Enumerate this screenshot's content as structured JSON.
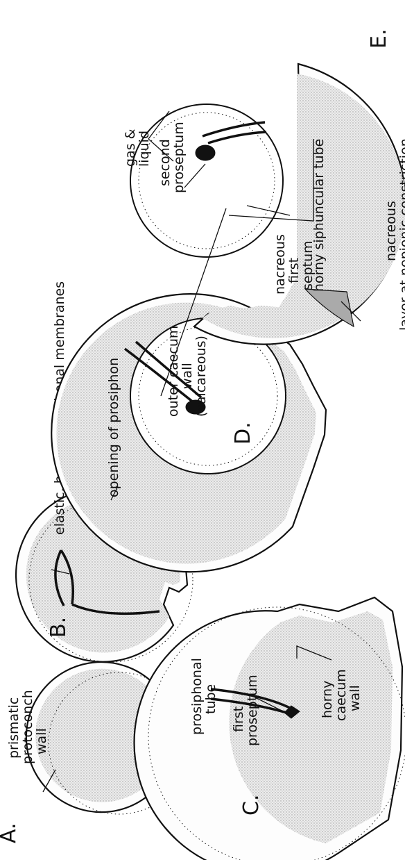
{
  "stages": {
    "a": "A.",
    "b": "B.",
    "c": "C.",
    "d": "D.",
    "e": "E."
  },
  "labels": {
    "prismatic": "prismatic",
    "protoconch": "protoconch",
    "wall": "wall",
    "elastic_membranes": "elastic, horny prosiphonal membranes",
    "first": "first",
    "proseptum": "proseptum",
    "prosiphonal": "prosiphonal",
    "tube": "tube",
    "horny": "horny",
    "caecum": "caecum",
    "caecum_wall": "wall",
    "opening_of_prosiphon": "opening of prosiphon",
    "outer_caecum": "outer caecum",
    "outer_caecum_wall": "wall",
    "calcareous": "(calcareous)",
    "horny_siphuncular_tube": "horny siphuncular tube",
    "nacreous": "nacreous",
    "first_septum_first": "first",
    "septum": "septum",
    "second": "second",
    "second_proseptum": "proseptum",
    "gas_and": "gas &",
    "liquid": "liquid",
    "nacreous_layer": "nacreous",
    "layer_at_nepionic_constriction": "layer at nepionic constriction"
  },
  "colors": {
    "ink": "#111111",
    "stipple": "#d9d9d9",
    "background": "#ffffff"
  }
}
